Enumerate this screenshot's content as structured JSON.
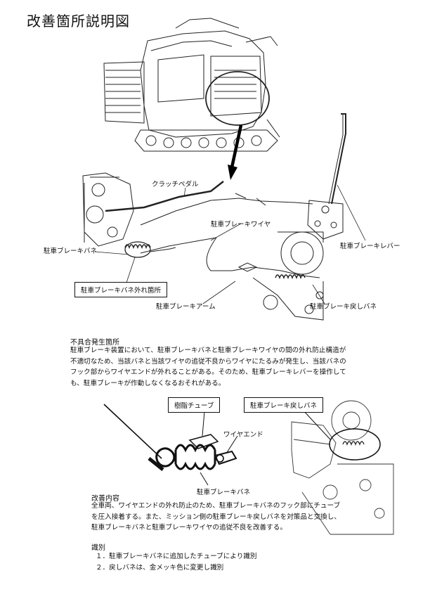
{
  "title": "改善箇所説明図",
  "labels": {
    "clutch_pedal": "クラッチペダル",
    "brake_wire": "駐車ブレーキワイヤ",
    "brake_spring": "駐車ブレーキバネ",
    "brake_lever": "駐車ブレーキレバー",
    "spring_off_box": "駐車ブレーキバネ外れ箇所",
    "brake_arm": "駐車ブレーキアーム",
    "return_spring": "駐車ブレーキ戻しバネ",
    "resin_tube": "樹脂チューブ",
    "wire_end": "ワイヤエンド",
    "return_spring_box": "駐車ブレーキ戻しバネ",
    "brake_spring_lower": "駐車ブレーキバネ"
  },
  "defect": {
    "heading": "不具合発生箇所",
    "lines": [
      "駐車ブレーキ装置において、駐車ブレーキバネと駐車ブレーキワイヤの間の外れ防止構造が",
      "不適切なため、当該バネと当該ワイヤの追従不良からワイヤにたるみが発生し、当該バネの",
      "フック部からワイヤエンドが外れることがある。そのため、駐車ブレーキレバーを操作して",
      "も、駐車ブレーキが作動しなくなるおそれがある。"
    ]
  },
  "improvement": {
    "heading": "改善内容",
    "lines": [
      "全車両、ワイヤエンドの外れ防止のため、駐車ブレーキバネのフック部にチューブ",
      "を圧入接着する。また、ミッション側の駐車ブレーキ戻しバネを対策品と交換し、",
      "駐車ブレーキバネと駐車ブレーキワイヤの追従不良を改善する。"
    ]
  },
  "identification": {
    "heading": "識別",
    "items": [
      "１．駐車ブレーキバネに追加したチューブにより識別",
      "２．戻しバネは、金メッキ色に変更し識別"
    ]
  }
}
